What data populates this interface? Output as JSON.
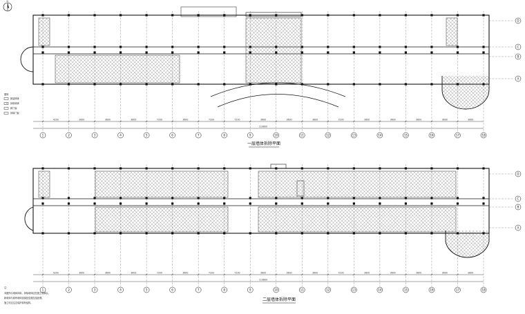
{
  "drawing": {
    "north_symbol": "N",
    "plan_titles": [
      "一层墙体拆除平面",
      "二层墙体拆除平面"
    ],
    "total_dimension": "110800",
    "legend_title": "图例",
    "legend_items": [
      "新建墙体",
      "拆除墙体",
      "新门窗",
      "拆除门窗"
    ],
    "notes_title": "注：",
    "notes": [
      "本图所示墙体拆除，拆除墙体应在施工前确认。",
      "新墙体与原有墙体连接处应做拉结处理。",
      "施工时应注意保护原有结构。"
    ]
  },
  "axes": {
    "columns": [
      "1",
      "2",
      "3",
      "4",
      "5",
      "6",
      "7",
      "8",
      "9",
      "10",
      "11",
      "12",
      "13",
      "14",
      "15",
      "16",
      "17",
      "18"
    ],
    "rows": [
      "D",
      "C",
      "B",
      "A"
    ]
  },
  "dimensions": {
    "bays": [
      "4200",
      "3600",
      "3600",
      "3600",
      "7200",
      "3600",
      "7200",
      "7200",
      "3600",
      "3600",
      "3600",
      "7200",
      "3600",
      "3600",
      "3600",
      "3600",
      "3600"
    ]
  },
  "colors": {
    "line": "#111111",
    "hatch": "#777777",
    "paper": "#ffffff"
  }
}
